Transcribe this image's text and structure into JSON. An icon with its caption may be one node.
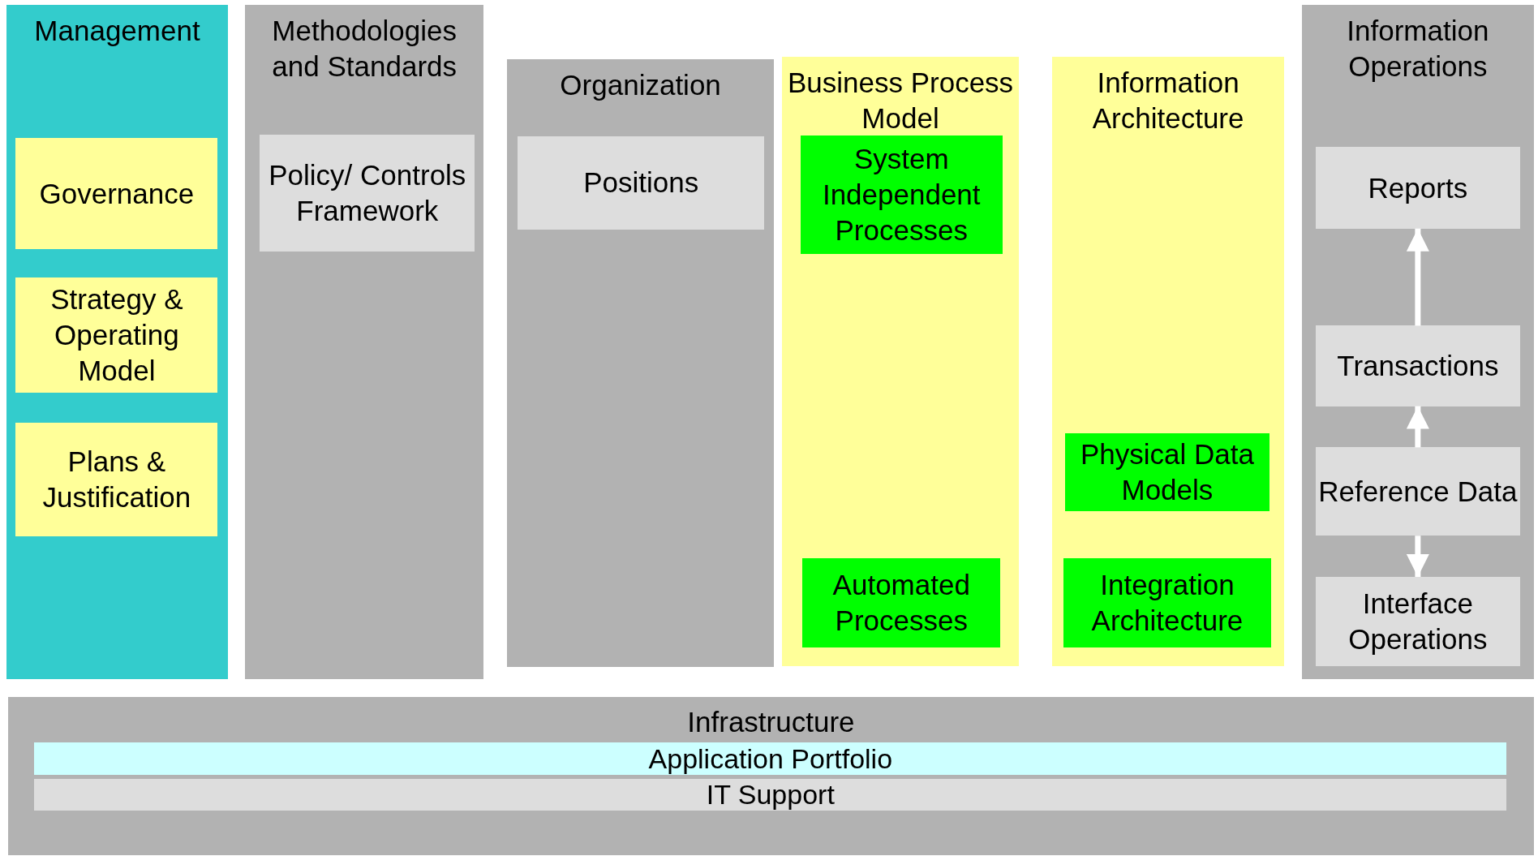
{
  "diagram": {
    "nodes": [
      {
        "text": [
          "Management"
        ]
      },
      {
        "text": [
          "Governance"
        ],
        "in": 0
      },
      {
        "text": [
          "Strategy & Operating Model"
        ],
        "in": 0
      },
      {
        "text": [
          "Plans & Justification"
        ],
        "in": 0
      },
      {
        "text": [
          "Methodologies and Standards"
        ]
      },
      {
        "text": [
          "Policy/ Controls Framework"
        ],
        "in": 4
      },
      {
        "text": [
          "Organization"
        ]
      },
      {
        "text": [
          "Positions"
        ],
        "in": 6
      },
      {
        "text": [
          "Business Process Model"
        ]
      },
      {
        "text": [
          "System Independent Processes"
        ],
        "in": 8
      },
      {
        "text": [
          "Automated Processes"
        ],
        "in": 8
      },
      {
        "text": [
          "Information Architecture"
        ]
      },
      {
        "text": [
          "Physical Data Models"
        ],
        "in": 11
      },
      {
        "text": [
          "Integration Architecture"
        ],
        "in": 11
      },
      {
        "text": [
          "Information Operations"
        ]
      },
      {
        "text": [
          "Reports"
        ],
        "in": 14
      },
      {
        "text": [
          "Transactions"
        ],
        "in": 14
      },
      {
        "text": [
          "Reference Data"
        ],
        "in": 14
      },
      {
        "text": [
          "Interface Operations"
        ],
        "in": 14
      },
      {
        "text": [
          "Infrastructure"
        ]
      },
      {
        "text": [
          "Application Portfolio"
        ],
        "in": 19
      },
      {
        "text": [
          "IT Support"
        ],
        "in": 19
      }
    ],
    "edges": [
      {
        "from": 16,
        "to": 15,
        "arrow": "to"
      },
      {
        "from": 17,
        "to": 16,
        "arrow": "to"
      },
      {
        "from": 17,
        "to": 18,
        "arrow": "to"
      }
    ]
  }
}
